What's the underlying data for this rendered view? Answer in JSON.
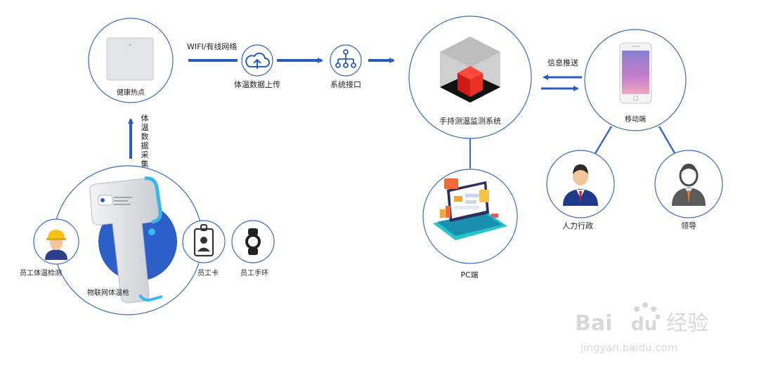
{
  "nodes": {
    "hotspot": "健康热点",
    "upload": "体温数据上传",
    "interface": "系统接口",
    "system": "手持测温监测系统",
    "mobile": "移动端",
    "pc": "PC端",
    "hr": "人力行政",
    "leader": "领导",
    "gun": "物联网体温枪",
    "worker": "员工体温检测",
    "card": "员工卡",
    "band": "员工手环"
  },
  "edges": {
    "network": "WIFI/有线网络",
    "push": "信息推送",
    "collect": [
      "体",
      "温",
      "数",
      "据",
      "采",
      "集"
    ]
  },
  "watermark": {
    "brand_latin_1": "Bai",
    "brand_latin_2": "du",
    "brand_cn": "经验",
    "url": "jingyan.baidu.com"
  },
  "colors": {
    "accent": "#2a5bbd",
    "circle": "#3a6bc4",
    "red_cube": "#e02020"
  }
}
